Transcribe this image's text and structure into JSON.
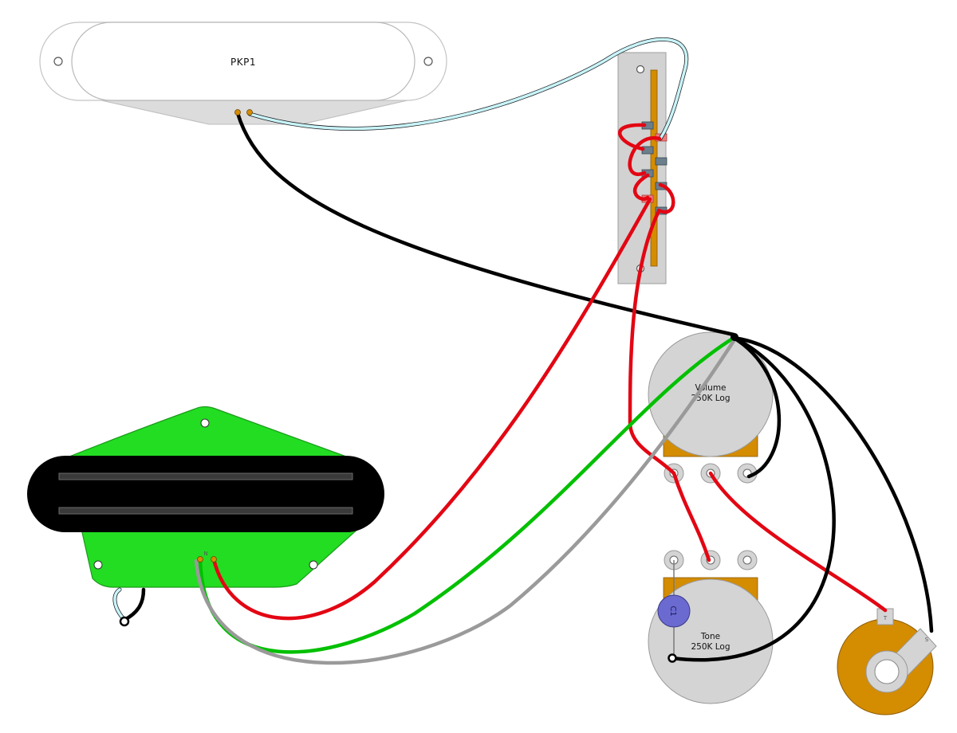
{
  "neck_pickup": {
    "label": "PKP1"
  },
  "bridge_pickup": {
    "label": "N"
  },
  "volume_pot": {
    "name": "Volume",
    "value": "250K Log"
  },
  "tone_pot": {
    "name": "Tone",
    "value": "250K Log"
  },
  "capacitor": {
    "label": "C1"
  },
  "jack": {
    "tip_label": "T",
    "sleeve_label": "S"
  },
  "colors": {
    "red": "#e30613",
    "black": "#000000",
    "green": "#00c000",
    "gray": "#9a9a9a",
    "light_blue": "#c8f4fa",
    "pickup_green": "#22dd22",
    "brass": "#d48c00",
    "pot_gray": "#d4d4d4",
    "switch_plate": "#d2d2d2"
  }
}
